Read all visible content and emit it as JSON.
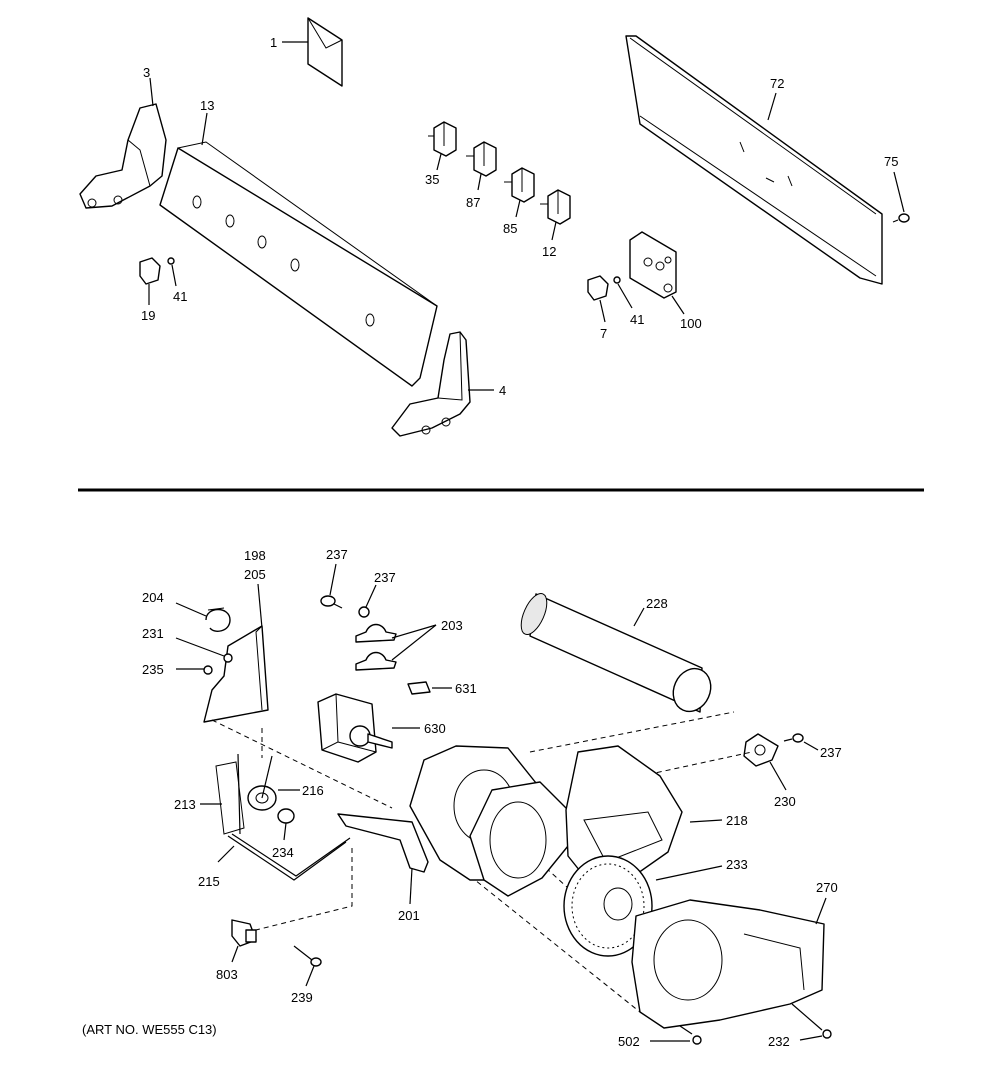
{
  "art_number": "(ART NO. WE555 C13)",
  "upper_section": {
    "callouts": [
      "1",
      "3",
      "13",
      "19",
      "41",
      "35",
      "87",
      "85",
      "12",
      "7",
      "41",
      "100",
      "72",
      "75",
      "4"
    ]
  },
  "lower_section": {
    "callouts": [
      "198",
      "205",
      "204",
      "231",
      "235",
      "237",
      "237",
      "203",
      "631",
      "228",
      "630",
      "237",
      "230",
      "216",
      "213",
      "234",
      "215",
      "218",
      "201",
      "233",
      "270",
      "803",
      "239",
      "502",
      "232"
    ]
  }
}
